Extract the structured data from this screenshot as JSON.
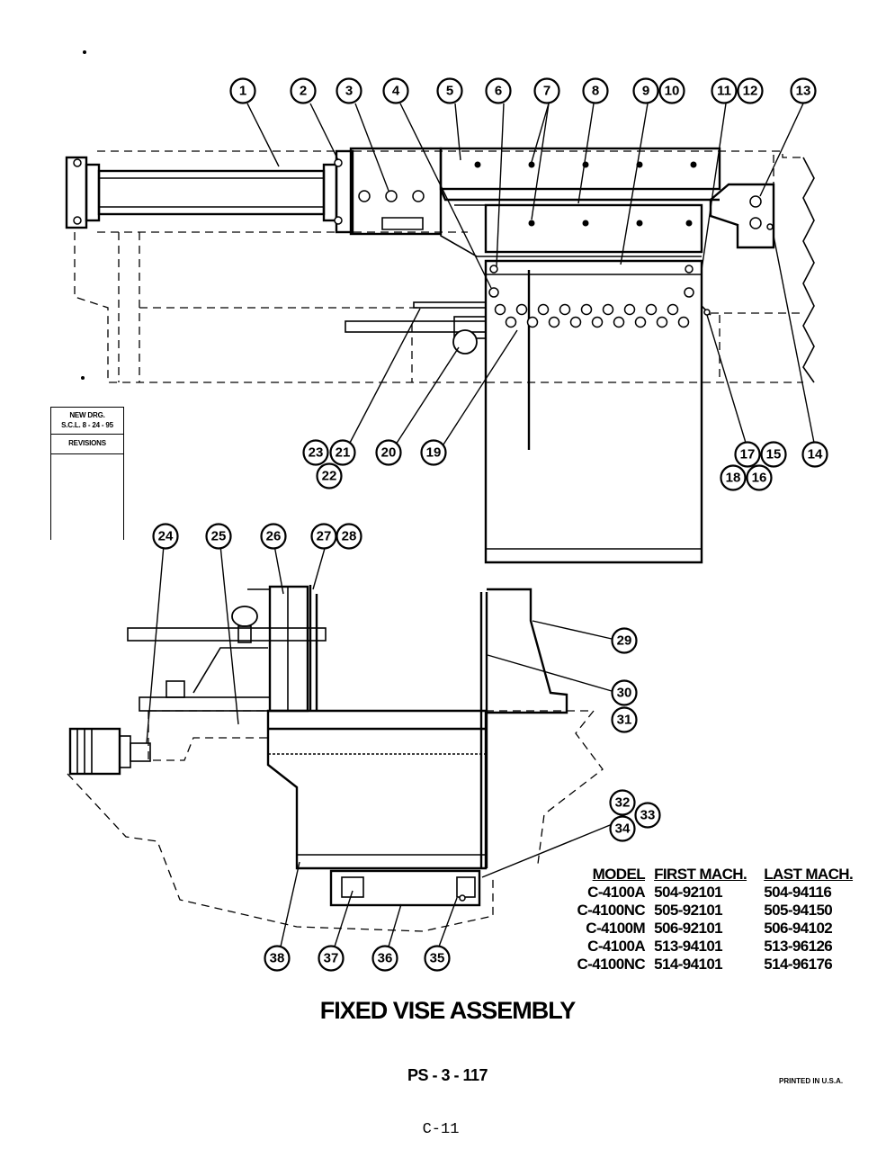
{
  "revision_block": {
    "line1": "NEW DRG.",
    "line2": "S.C.L. 8 - 24 - 95",
    "line3": "REVISIONS"
  },
  "callouts": [
    "1",
    "2",
    "3",
    "4",
    "5",
    "6",
    "7",
    "8",
    "9",
    "10",
    "11",
    "12",
    "13",
    "14",
    "15",
    "16",
    "17",
    "18",
    "19",
    "20",
    "21",
    "22",
    "23",
    "24",
    "25",
    "26",
    "27",
    "28",
    "29",
    "30",
    "31",
    "32",
    "33",
    "34",
    "35",
    "36",
    "37",
    "38"
  ],
  "model_table": {
    "headers": [
      "MODEL",
      "FIRST MACH.",
      "LAST MACH."
    ],
    "rows": [
      [
        "C-4100A",
        "504-92101",
        "504-94116"
      ],
      [
        "C-4100NC",
        "505-92101",
        "505-94150"
      ],
      [
        "C-4100M",
        "506-92101",
        "506-94102"
      ],
      [
        "C-4100A",
        "513-94101",
        "513-96126"
      ],
      [
        "C-4100NC",
        "514-94101",
        "514-96176"
      ]
    ]
  },
  "title": "FIXED VISE ASSEMBLY",
  "page_number": "PS - 3 - 117",
  "printed_note": "PRINTED IN U.S.A.",
  "footer_page": "C-11"
}
